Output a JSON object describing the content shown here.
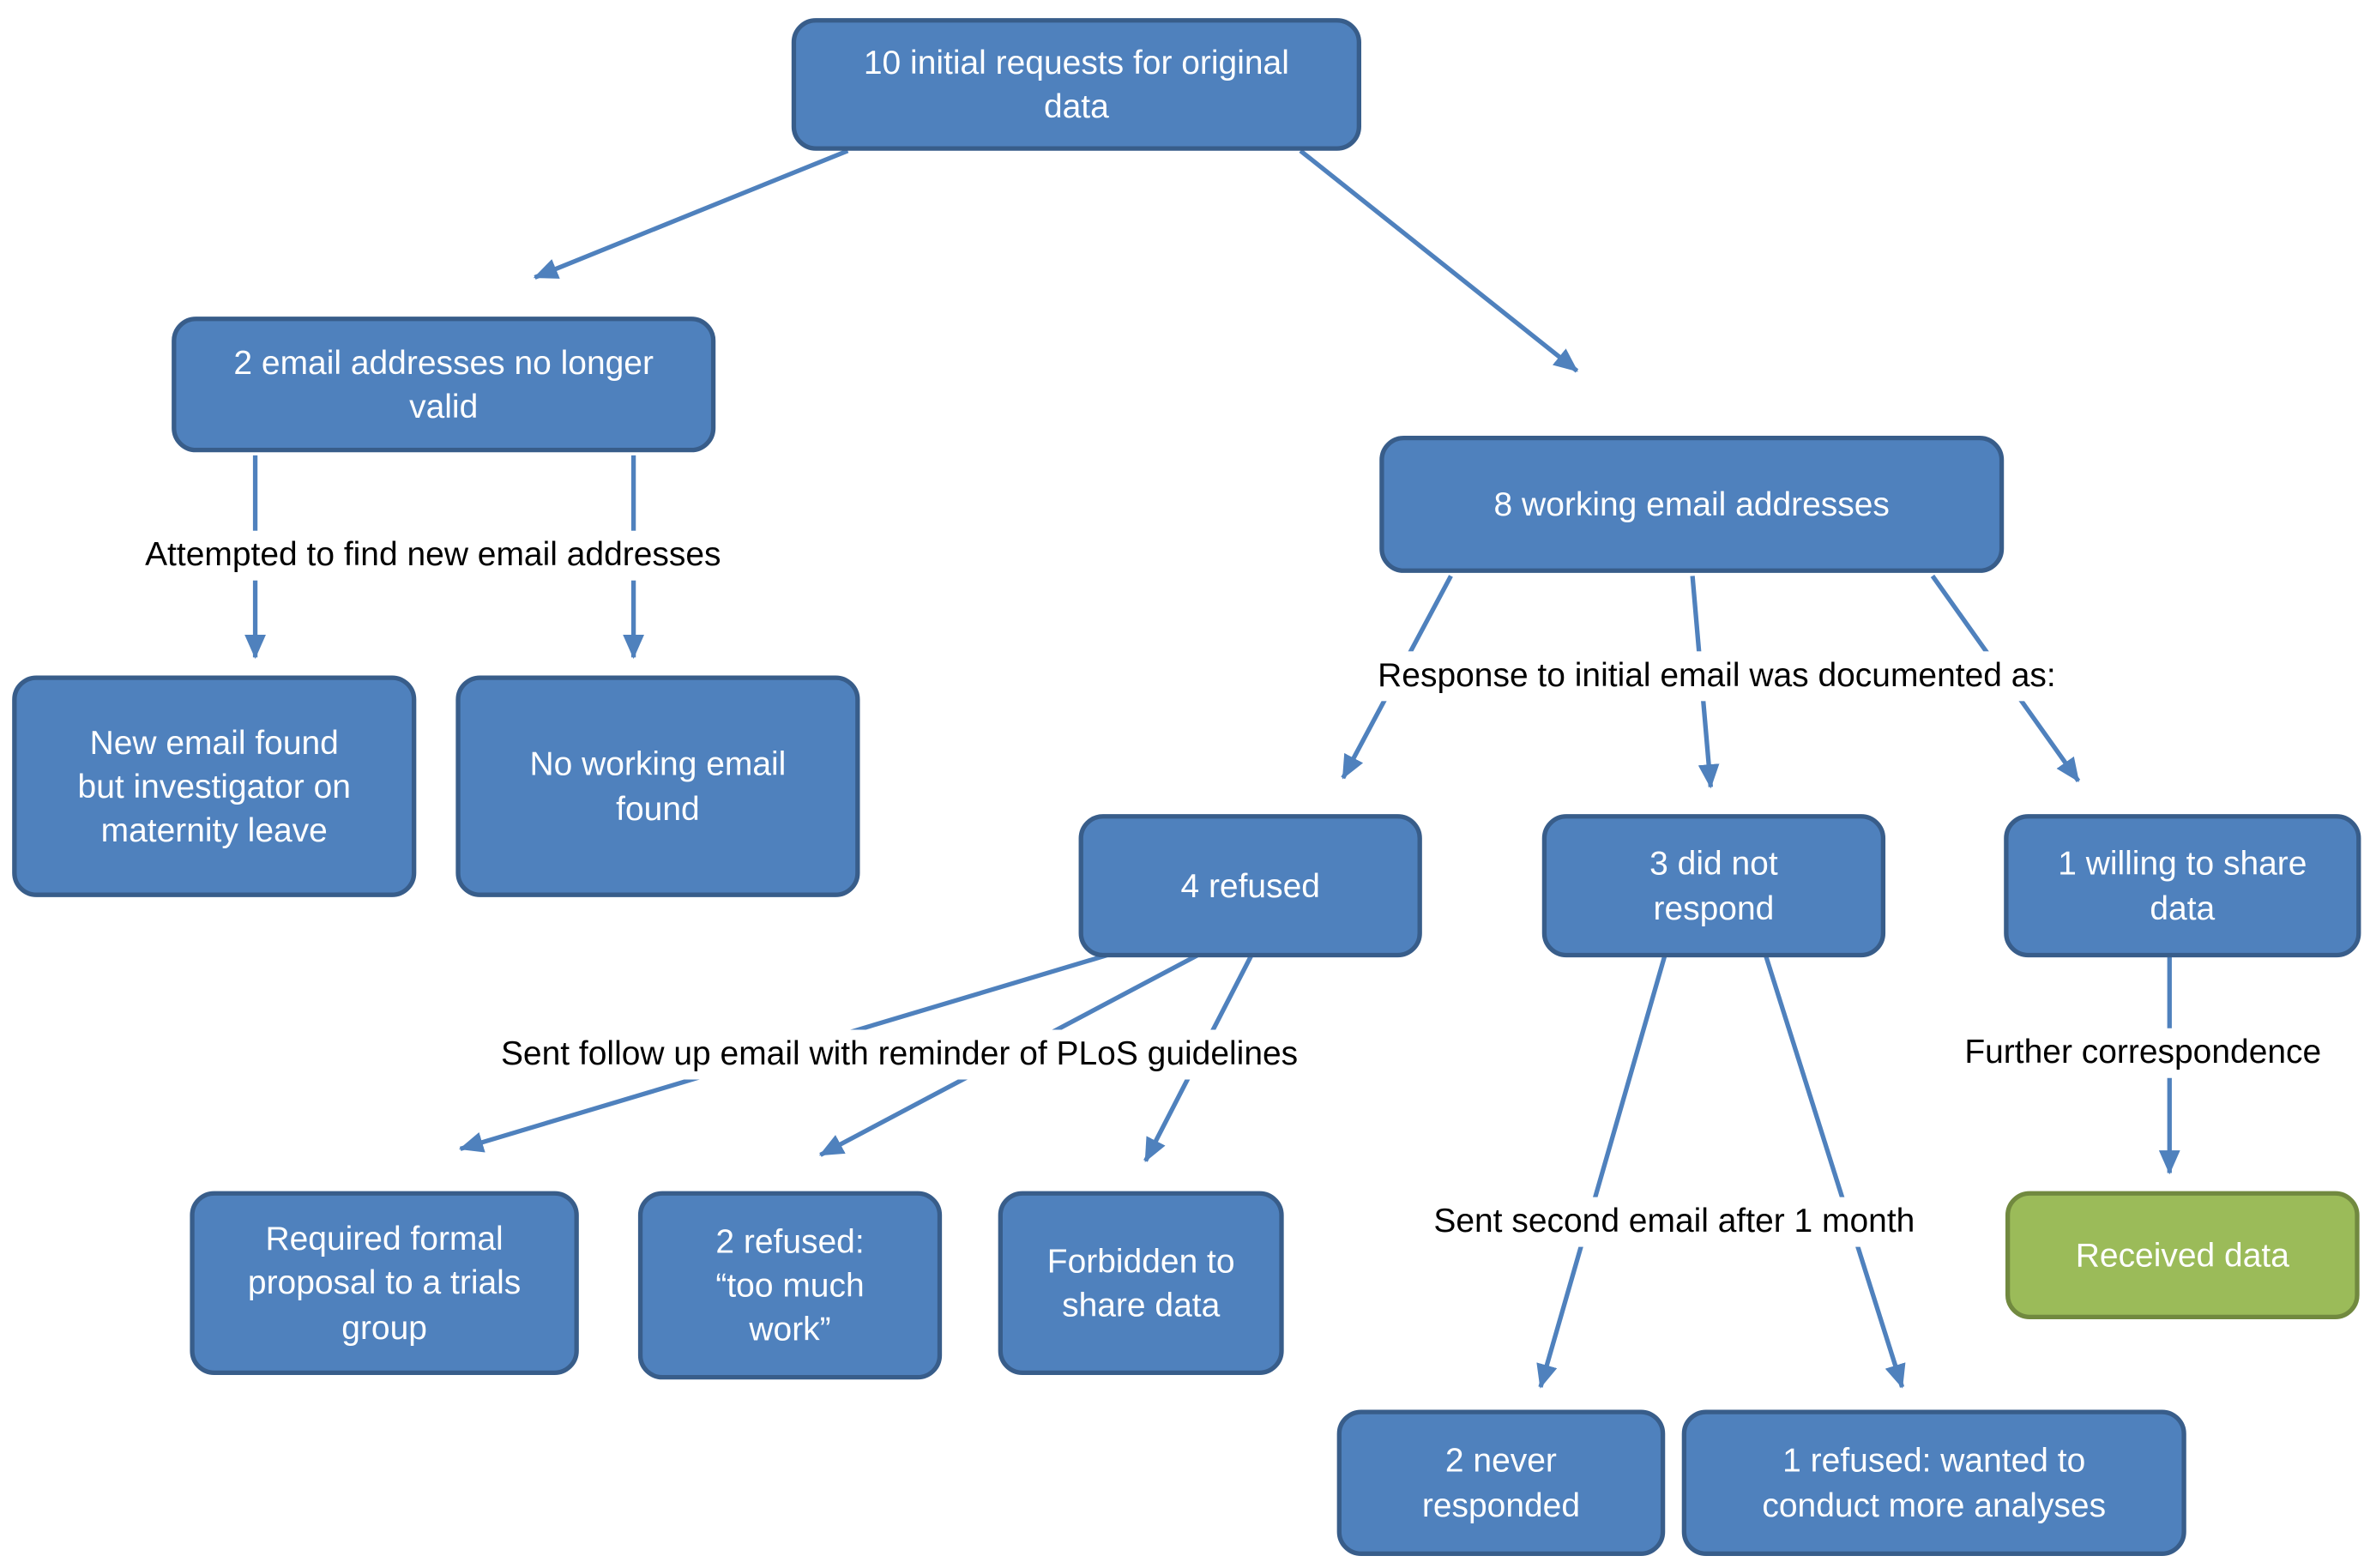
{
  "diagram": {
    "nodes": {
      "initial_requests": "10 initial requests for original data",
      "invalid_emails": "2 email addresses no longer valid",
      "working_emails": "8 working email addresses",
      "new_email_found": "New email found but investigator on maternity leave",
      "no_working_email": "No working email found",
      "refused_4": "4 refused",
      "did_not_respond": "3 did not respond",
      "willing_to_share": "1 willing to share data",
      "required_formal": "Required formal proposal to a trials group",
      "refused_too_much_work": "2 refused: “too much work”",
      "forbidden": "Forbidden to share data",
      "never_responded": "2 never responded",
      "refused_more_analyses": "1 refused: wanted to conduct more analyses",
      "received_data": "Received data"
    },
    "edge_labels": {
      "attempted_new_emails": "Attempted to find new email addresses",
      "response_documented": "Response to initial email was documented as:",
      "follow_up_plos": "Sent follow up email with reminder of PLoS guidelines",
      "second_email": "Sent  second email after 1 month",
      "further_correspondence": "Further correspondence"
    },
    "colors": {
      "node_fill": "#4f81bd",
      "node_border": "#385d8a",
      "success_fill": "#9bbb59",
      "success_border": "#71893f",
      "arrow": "#4f81bd",
      "text": "#ffffff",
      "label_text": "#000000"
    }
  }
}
